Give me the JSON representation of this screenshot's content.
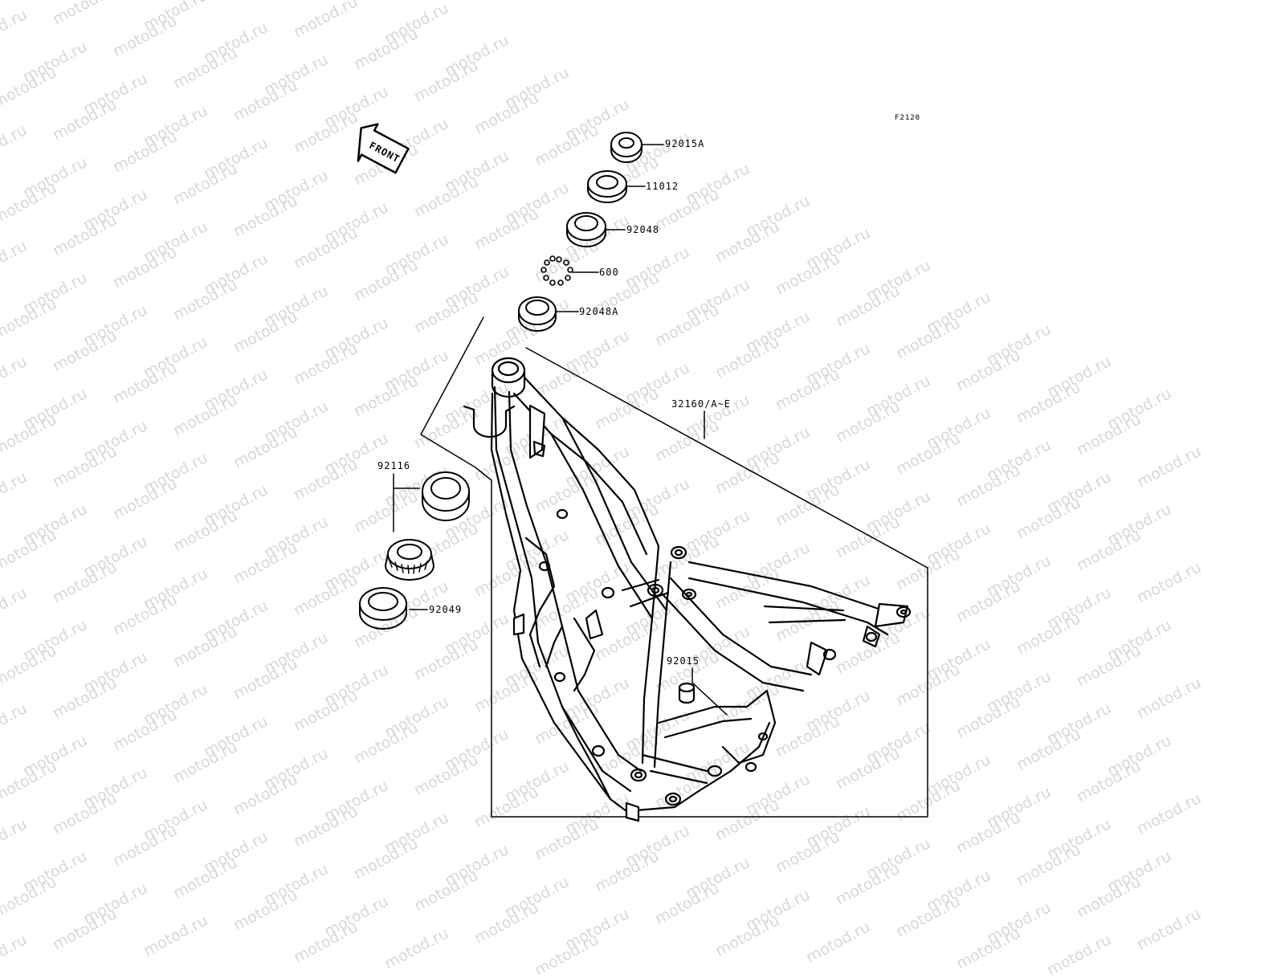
{
  "figure_code": "F2120",
  "front_label": "FRONT",
  "watermark": "motod.ru",
  "parts": [
    {
      "id": "p1",
      "label": "92015A"
    },
    {
      "id": "p2",
      "label": "11012"
    },
    {
      "id": "p3",
      "label": "92048"
    },
    {
      "id": "p4",
      "label": "600"
    },
    {
      "id": "p5",
      "label": "92048A"
    },
    {
      "id": "p6",
      "label": "32160/A~E"
    },
    {
      "id": "p7",
      "label": "92116"
    },
    {
      "id": "p8",
      "label": "92049"
    },
    {
      "id": "p9",
      "label": "92015"
    }
  ]
}
